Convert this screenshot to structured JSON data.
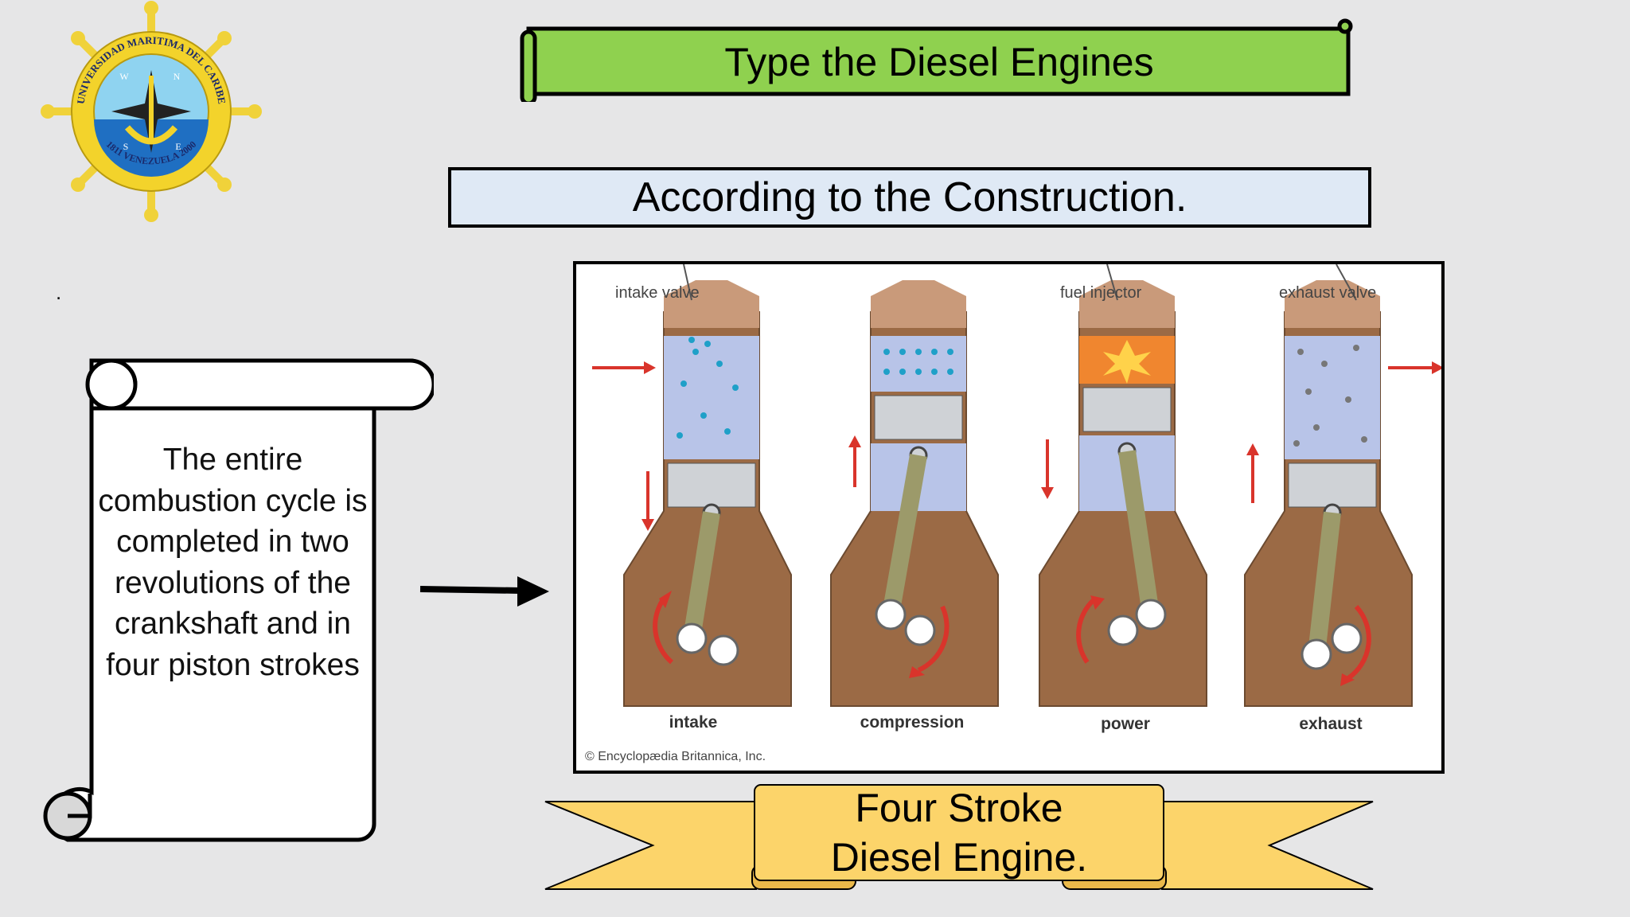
{
  "logo": {
    "name": "university-seal",
    "ring_top_text": "UNIVERSIDAD MARITIMA DEL CARIBE",
    "ring_bottom_text": "1811 VENEZUELA 2000",
    "compass_letters": [
      "N",
      "W",
      "S",
      "E"
    ],
    "colors": {
      "ring": "#f3d32b",
      "sky": "#8fd3f0",
      "sea": "#1f6fc2",
      "wheel": "#f0d23a"
    }
  },
  "title": "Type the Diesel Engines",
  "subtitle": "According to the Construction.",
  "dot": ".",
  "scroll_text": "The entire combustion cycle is completed in two revolutions of the crankshaft and in four piston strokes",
  "diagram": {
    "labels": {
      "intake_valve": "intake valve",
      "fuel_injector": "fuel injector",
      "exhaust_valve": "exhaust valve"
    },
    "stages": [
      "intake",
      "compression",
      "power",
      "exhaust"
    ],
    "credit": "© Encyclopædia Britannica, Inc.",
    "colors": {
      "crankcase": "#9b6a45",
      "piston": "#cfd2d6",
      "cylinder_gas": "#b8c4e8",
      "arrow": "#d9342b",
      "combustion": "#f0862f"
    }
  },
  "ribbon": {
    "line1": "Four Stroke",
    "line2": "Diesel Engine.",
    "color": "#fcd46a"
  },
  "colors": {
    "title_banner": "#8fd14f",
    "subtitle_box": "#dfe9f5",
    "background": "#e6e6e7"
  }
}
